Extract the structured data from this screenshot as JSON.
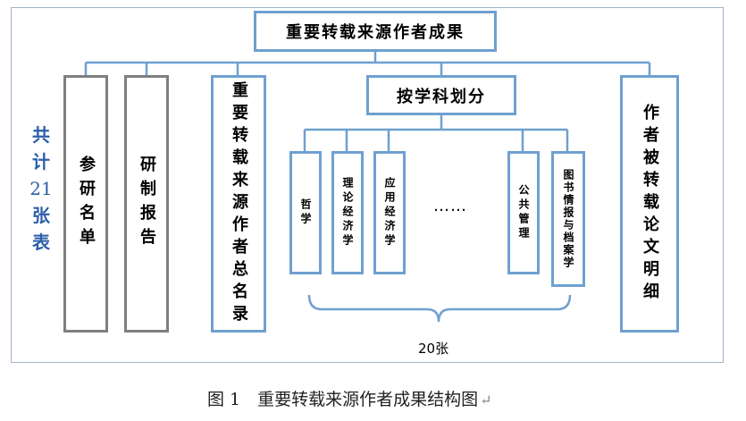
{
  "title": "重要转载来源作者成果",
  "side_label": [
    "共",
    "计",
    "21",
    "张",
    "表"
  ],
  "left_boxes": [
    "参研名单",
    "研制报告"
  ],
  "directory_box": "重要转载来源作者总名录",
  "subject_box": "按学科划分",
  "subjects": [
    "哲学",
    "理论经济学",
    "应用经济学",
    "公共管理",
    "图书情报与档案学"
  ],
  "ellipsis": "……",
  "brace_label": "20张",
  "right_box": "作者被转载论文明细",
  "caption": "图 1　重要转载来源作者成果结构图",
  "caption_mark": "↵",
  "colors": {
    "blue_border": "#6fa0d0",
    "gray_border": "#7f7f7f",
    "side_text": "#2b5fa8"
  }
}
